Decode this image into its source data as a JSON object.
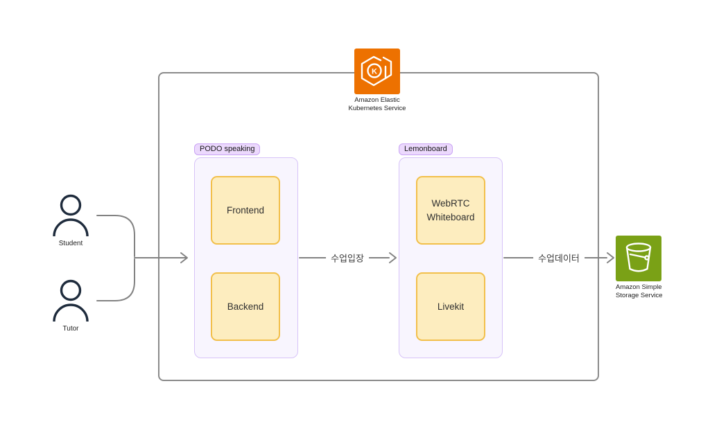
{
  "colors": {
    "line-gray": "#828282",
    "box-border-gray": "#8a8a8a",
    "person-navy": "#1e2b3c",
    "eks-orange": "#ED7100",
    "s3-green": "#7AA116",
    "group-bg": "#f8f5fe",
    "group-border": "#d7c3f8",
    "badge-bg": "#ecd9fd",
    "badge-border": "#c9a4f4",
    "node-bg": "#fdedbf",
    "node-border": "#f2bf4a",
    "text-dark": "#2f2f2f"
  },
  "actors": [
    {
      "label": "Student"
    },
    {
      "label": "Tutor"
    }
  ],
  "eks": {
    "letter": "K",
    "caption_line1": "Amazon Elastic",
    "caption_line2": "Kubernetes Service"
  },
  "s3": {
    "caption_line1": "Amazon Simple",
    "caption_line2": "Storage Service"
  },
  "groups": [
    {
      "badge": "PODO speaking",
      "boxes": [
        {
          "line1": "Frontend"
        },
        {
          "line1": "Backend"
        }
      ]
    },
    {
      "badge": "Lemonboard",
      "boxes": [
        {
          "line1": "WebRTC",
          "line2": "Whiteboard"
        },
        {
          "line1": "Livekit"
        }
      ]
    }
  ],
  "arrows": [
    {
      "label": "수업입장"
    },
    {
      "label": "수업데이터"
    }
  ]
}
